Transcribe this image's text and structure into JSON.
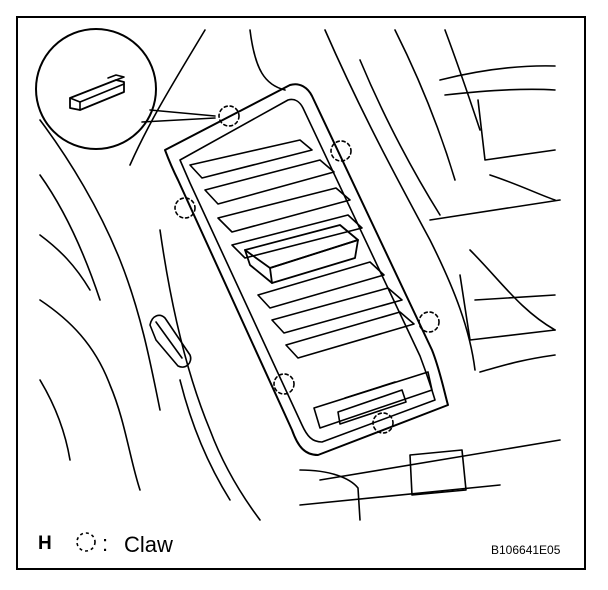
{
  "legend": {
    "letter": "H",
    "symbol_icon": "dashed-circle-icon",
    "separator": ":",
    "label": "Claw"
  },
  "figure_id": "B106641E05",
  "colors": {
    "line": "#000000",
    "background": "#ffffff"
  }
}
